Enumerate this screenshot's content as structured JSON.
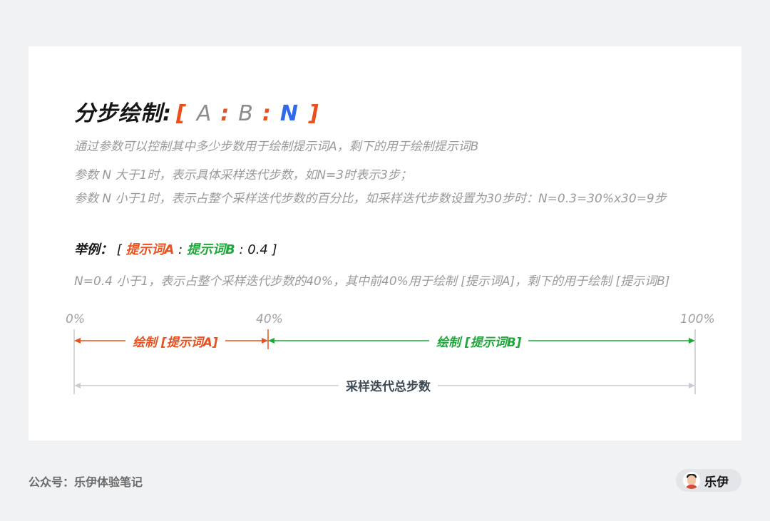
{
  "title": {
    "main": "分步绘制:",
    "bracket_open": "[",
    "a": "A",
    "colon1": ":",
    "b": "B",
    "colon2": ":",
    "n": "N",
    "bracket_close": "]"
  },
  "descriptions": [
    "通过参数可以控制其中多少步数用于绘制提示词A，剩下的用于绘制提示词B",
    "参数 N 大于1时，表示具体采样迭代步数，如N=3时表示3步；",
    "参数 N 小于1时，表示占整个采样迭代步数的百分比，如采样迭代步数设置为30步时：N=0.3=30%x30=9步"
  ],
  "example": {
    "label": "举例：",
    "open": "[",
    "prompt_a": "提示词A",
    "sep1": ":",
    "prompt_b": "提示词B",
    "value": ": 0.4",
    "close": "]"
  },
  "explanation": "N=0.4 小于1，表示占整个采样迭代步数的40%，其中前40%用于绘制 [提示词A]，剩下的用于绘制 [提示词B]",
  "scale": {
    "ticks": [
      "0%",
      "40%",
      "100%"
    ],
    "split_fraction": 0.4
  },
  "segments": {
    "a_label": "绘制 [提示词A]",
    "b_label": "绘制 [提示词B]",
    "total_label": "采样迭代总步数"
  },
  "colors": {
    "prompt_a": "#e8501e",
    "prompt_b": "#1ea83a",
    "n_param": "#2f6bea",
    "muted": "#a0a0a0"
  },
  "footer": {
    "account": "公众号：乐伊体验笔记",
    "author": "乐伊"
  }
}
